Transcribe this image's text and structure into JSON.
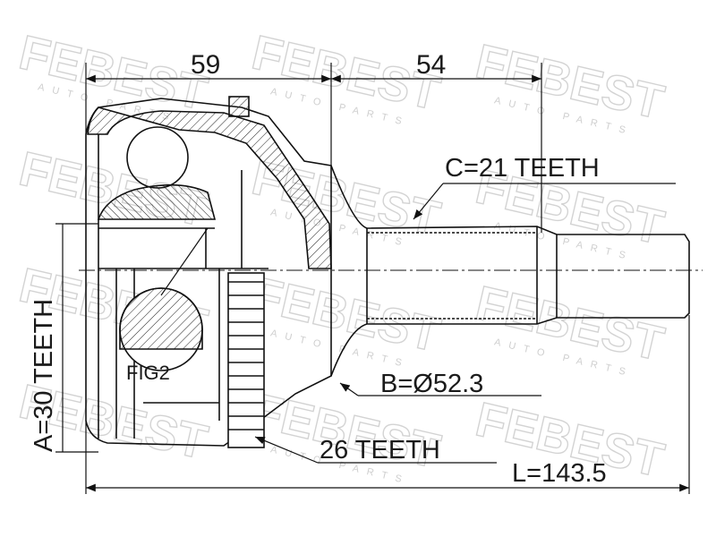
{
  "watermark": {
    "brand": "FEBEST",
    "sub": "AUTO PARTS"
  },
  "dimensions": {
    "joint_length": "59",
    "shaft_length": "54",
    "total_length": "L=143.5"
  },
  "callouts": {
    "outer_spline": "C=21 TEETH",
    "inner_spline": "A=30 TEETH",
    "seal_diameter": "B=Ø52.3",
    "abs_ring": "26 TEETH",
    "figure_ref": "FIG2"
  }
}
